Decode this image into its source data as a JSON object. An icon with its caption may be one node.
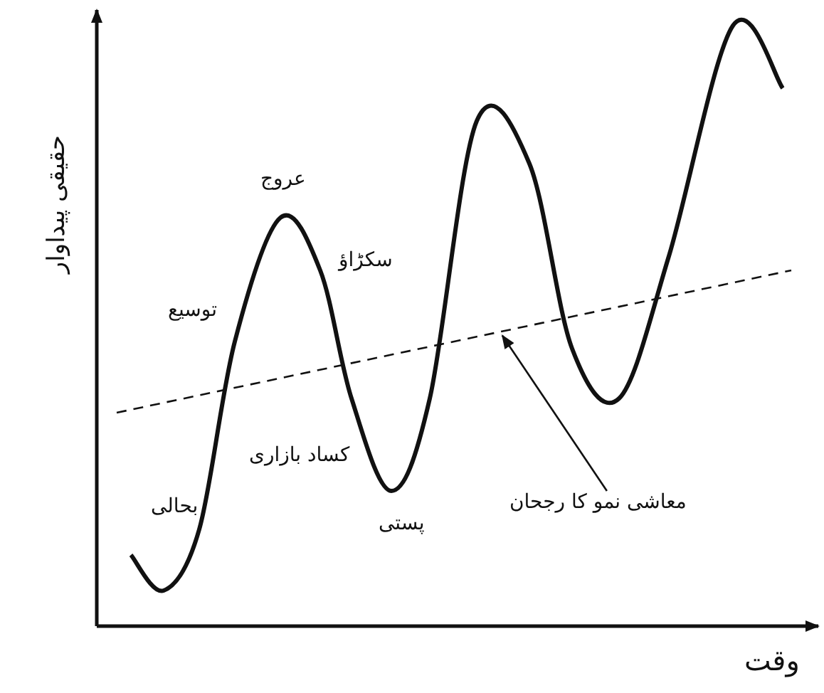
{
  "diagram": {
    "nodes": [
      {
        "text": [
          "معاشی نمو کا رجحان"
        ]
      },
      {
        "text": [],
        "shape": "line"
      }
    ],
    "edges": [
      {
        "from": 0,
        "to": 1,
        "arrow": "to"
      }
    ],
    "labels": [
      "حقیقی پیداوار",
      "عروج",
      "سکڑاؤ",
      "توسیع",
      "کساد بازاری",
      "بحالی",
      "پستی",
      "وقت"
    ]
  }
}
